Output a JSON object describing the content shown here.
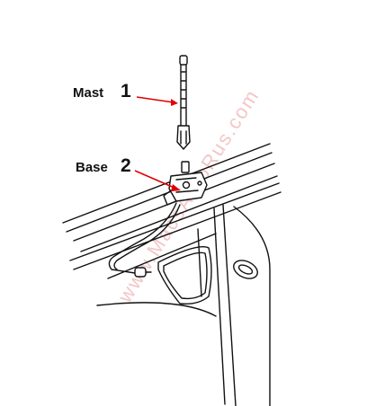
{
  "labels": {
    "mast": {
      "word": "Mast",
      "number": "1"
    },
    "base": {
      "word": "Base",
      "number": "2"
    }
  },
  "watermark": "www.MacsAutoRus.com",
  "colors": {
    "line": "#111111",
    "arrow": "#e00000",
    "watermark": "#f3c6c6"
  }
}
